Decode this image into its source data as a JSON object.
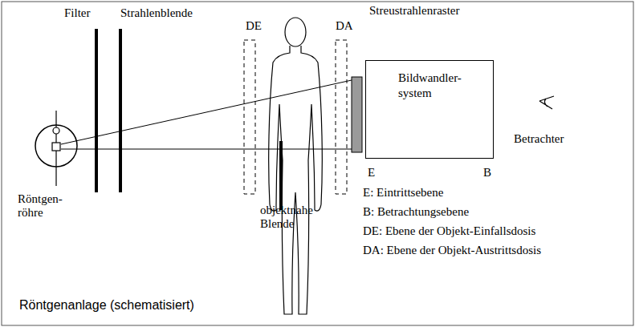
{
  "diagram": {
    "caption": "Röntgenanlage (schematisiert)",
    "nodes": [
      {
        "text": [
          "Bildwandler- system"
        ]
      }
    ],
    "labels": [
      "Filter",
      "Strahlenblende",
      "DE",
      "DA",
      "Streustrahlenraster",
      "Röntgen- röhre",
      "objektnahe Blende",
      "Betrachter",
      "E",
      "B",
      "E: Eintrittsebene",
      "B: Betrachtungsebene",
      "DE: Ebene der Objekt-Einfallsdosis",
      "DA: Ebene der Objekt-Austrittsdosis"
    ]
  }
}
